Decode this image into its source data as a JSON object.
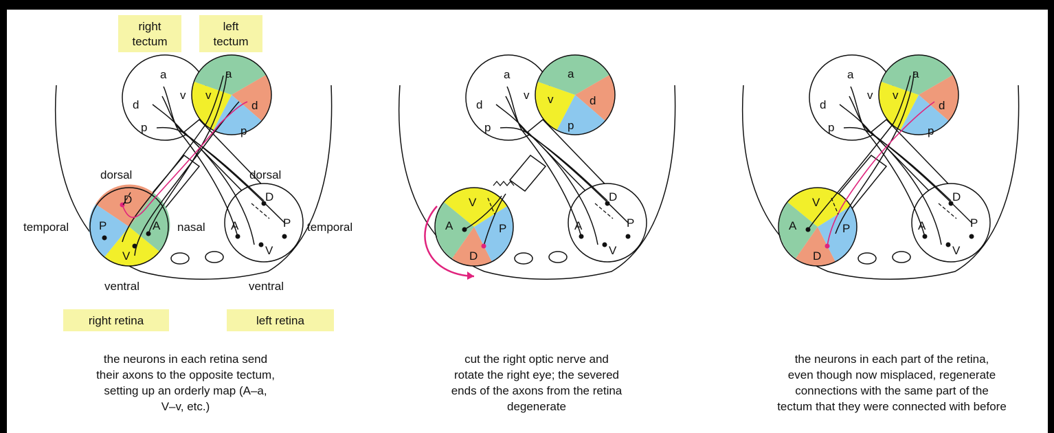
{
  "tags": {
    "right_tectum": [
      "right",
      "tectum"
    ],
    "left_tectum": [
      "left",
      "tectum"
    ],
    "right_retina": "right retina",
    "left_retina": "left retina"
  },
  "orientation": {
    "dorsal": "dorsal",
    "ventral": "ventral",
    "temporal": "temporal",
    "nasal": "nasal"
  },
  "tectum_labels": {
    "a": "a",
    "v": "v",
    "d": "d",
    "p": "p"
  },
  "retina_labels": {
    "A": "A",
    "V": "V",
    "D": "D",
    "P": "P"
  },
  "captions": [
    [
      "the neurons in each retina send",
      "their axons to the opposite tectum,",
      "setting up an orderly map (A–a,",
      "V–v, etc.)"
    ],
    [
      "cut the right optic nerve and",
      "rotate the right eye; the severed",
      "ends of the axons from the retina",
      "degenerate"
    ],
    [
      "the neurons in each part of the retina,",
      "even though now misplaced, regenerate",
      "connections with the same part of the",
      "tectum that they were connected with before"
    ]
  ],
  "colors": {
    "green": "#8fcfa5",
    "salmon": "#ef9a7a",
    "blue": "#8cc8ee",
    "yellow": "#f2ef2a",
    "tag_bg": "#f7f5a8",
    "magenta": "#e0237d"
  }
}
